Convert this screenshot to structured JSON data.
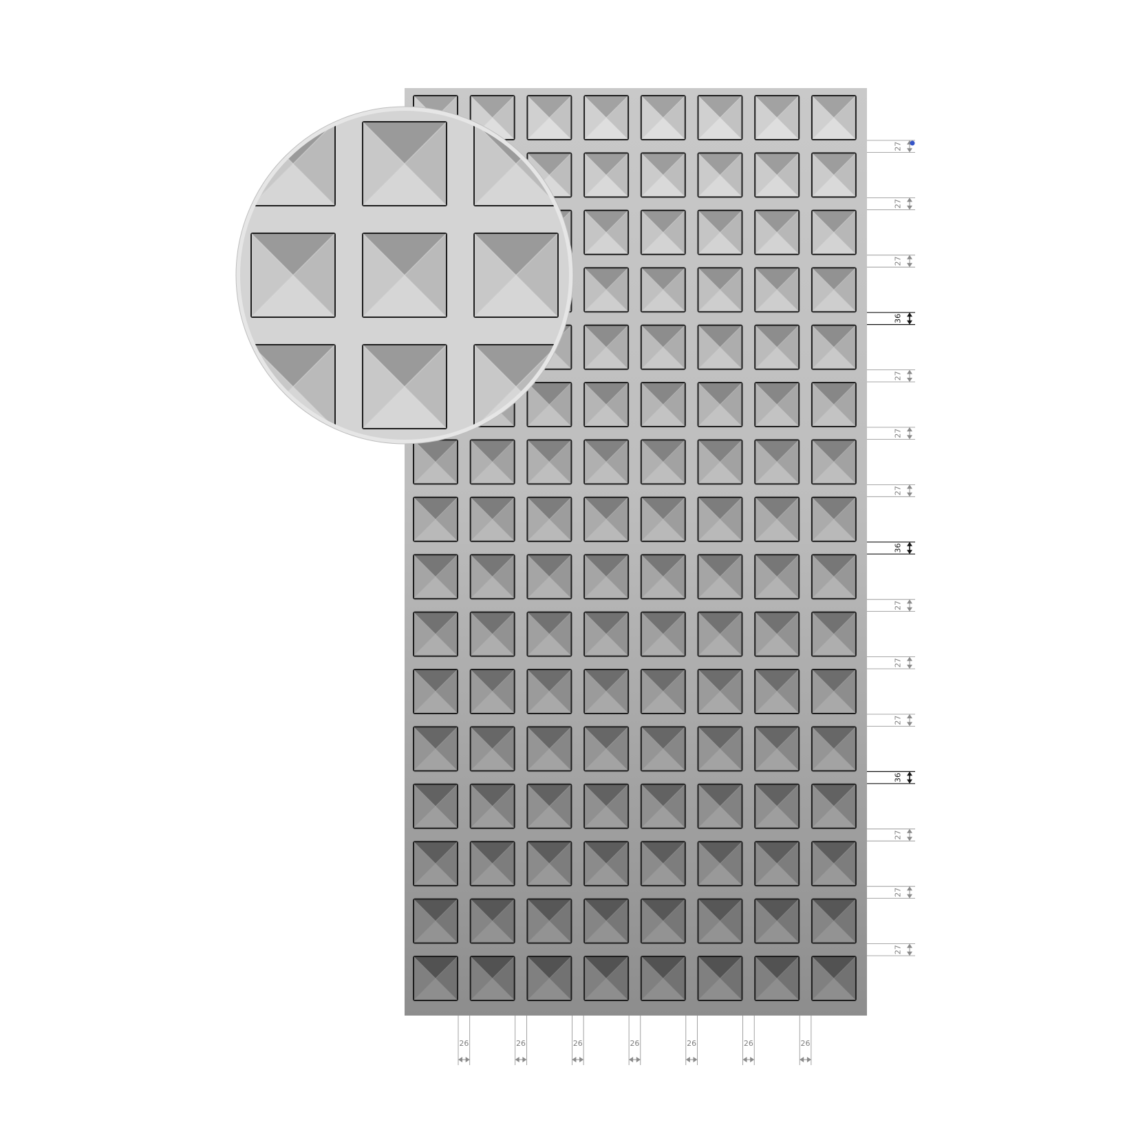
{
  "figure": {
    "kind": "embossed pyramid-stud metal panel drawing",
    "grid": {
      "columns": 8,
      "rows": 16
    },
    "colors": {
      "background": "#ffffff",
      "panel_top": "#c6c6c6",
      "panel_bottom": "#8f8f8f",
      "stud_edge": "#1c1c1c",
      "dimension_minor": "#8a8a8a",
      "dimension_major": "#111111",
      "marker": "#3554c8"
    },
    "magnifier": {
      "shows": "enlarged stud detail",
      "grid": {
        "columns": 3,
        "rows": 3
      }
    }
  },
  "dimensions": {
    "vertical": [
      "27",
      "27",
      "27",
      "36",
      "27",
      "27",
      "27",
      "36",
      "27",
      "27",
      "27",
      "36",
      "27",
      "27",
      "27"
    ],
    "vertical_major": [
      false,
      false,
      false,
      true,
      false,
      false,
      false,
      true,
      false,
      false,
      false,
      true,
      false,
      false,
      false
    ],
    "horizontal": [
      "26",
      "26",
      "26",
      "26",
      "26",
      "26",
      "26"
    ]
  }
}
